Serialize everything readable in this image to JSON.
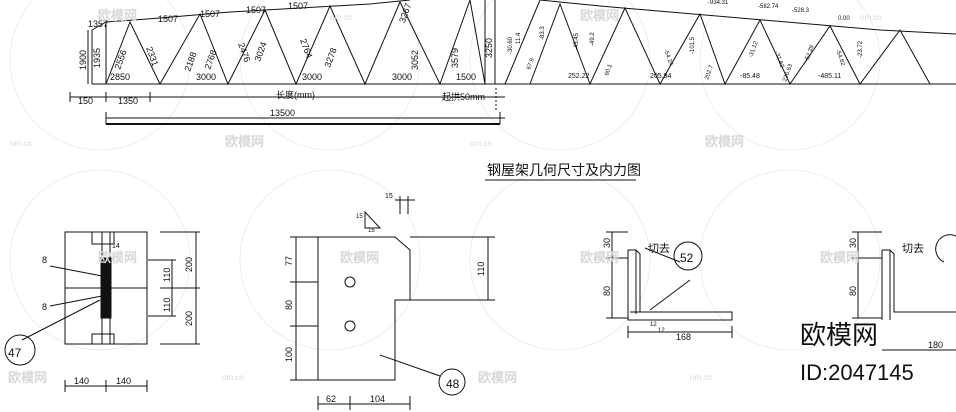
{
  "title": "钢屋架几何尺寸及内力图",
  "truss": {
    "chord_segments": [
      "1357",
      "1507",
      "1507",
      "1507",
      "1507",
      "3267"
    ],
    "web_lengths": [
      "2556",
      "2331",
      "2188",
      "2768",
      "2476",
      "3024",
      "2764",
      "3278",
      "3052",
      "3579"
    ],
    "end_height": "1935",
    "left_height": "1900",
    "mid_height": "3250",
    "bottom_spans": [
      "2850",
      "3000",
      "3000",
      "3000",
      "1500"
    ],
    "overall_length": "13500",
    "end_piece": "150",
    "first_span": "1350",
    "length_label": "长度(mm)",
    "camber_label": "起拱50mm",
    "forces_bottom": [
      "252.22",
      "205.94",
      "-85.48",
      "-485.11"
    ],
    "forces_top": [
      "-934.31",
      "-582.74",
      "-528.3",
      "0.00"
    ],
    "forces_web": [
      "-30.60",
      "11.4",
      "-83.3",
      "-45.45",
      "-49.2",
      "-54.24",
      "-101.5",
      "-31.12",
      "-31.62",
      "-52.39",
      "-54.82",
      "-23.72",
      "67.9",
      "202.7",
      "226.63",
      "60.1"
    ]
  },
  "detail_47": {
    "number": "47",
    "dims": [
      "200",
      "200",
      "110",
      "110",
      "140",
      "140",
      "14",
      "8",
      "8"
    ]
  },
  "detail_48": {
    "number": "48",
    "dims": [
      "15",
      "15",
      "15",
      "77",
      "80",
      "100",
      "110",
      "62",
      "104"
    ]
  },
  "detail_52": {
    "number": "52",
    "cut_label": "切去",
    "dims": [
      "30",
      "80",
      "168",
      "12",
      "12"
    ]
  },
  "detail_right": {
    "cut_label": "切去",
    "dims": [
      "30",
      "80",
      "180"
    ]
  },
  "watermark": {
    "brand": "欧模网",
    "url": "om.cn",
    "id": "ID:2047145"
  }
}
